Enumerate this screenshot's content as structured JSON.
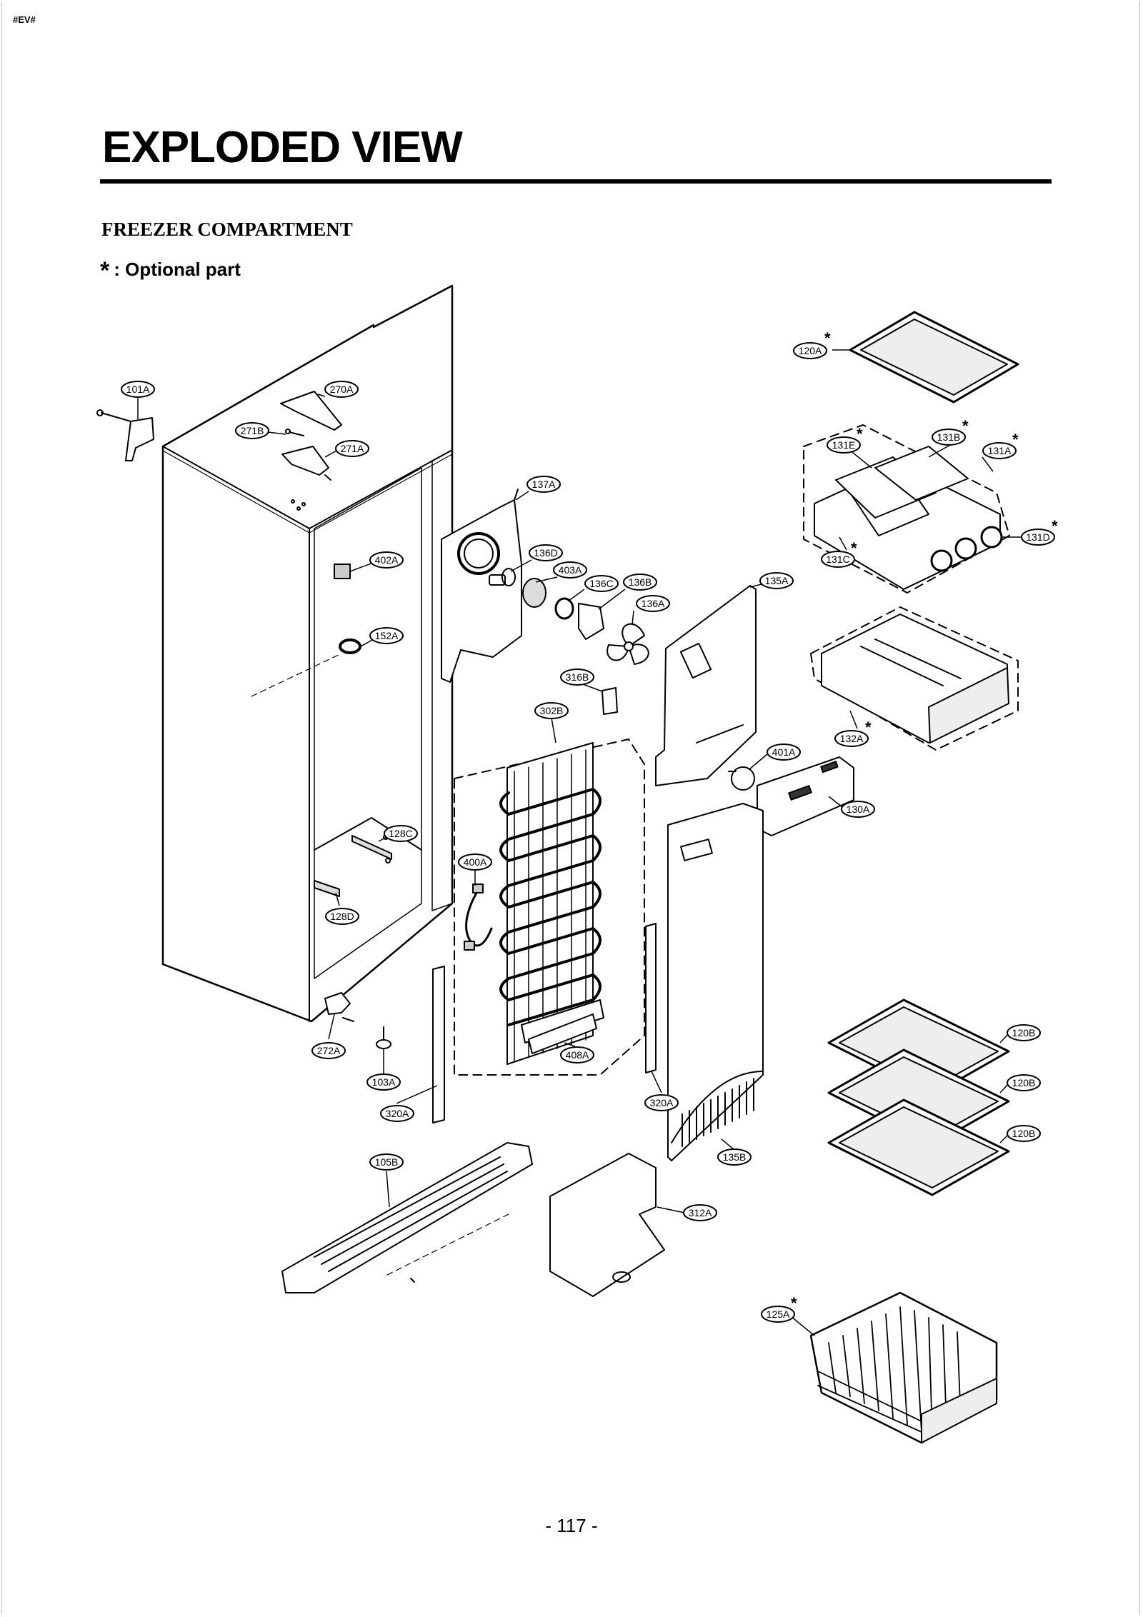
{
  "page": {
    "marker": "#EV#",
    "title": "EXPLODED VIEW",
    "section": "FREEZER COMPARTMENT",
    "note_star": "*",
    "note_text": ": Optional part",
    "page_number": "- 117 -"
  },
  "callouts": [
    {
      "id": "101A",
      "optional": false
    },
    {
      "id": "270A",
      "optional": false
    },
    {
      "id": "271B",
      "optional": false
    },
    {
      "id": "271A",
      "optional": false
    },
    {
      "id": "137A",
      "optional": false
    },
    {
      "id": "402A",
      "optional": false
    },
    {
      "id": "136D",
      "optional": false
    },
    {
      "id": "403A",
      "optional": false
    },
    {
      "id": "136C",
      "optional": false
    },
    {
      "id": "136B",
      "optional": false
    },
    {
      "id": "136A",
      "optional": false
    },
    {
      "id": "152A",
      "optional": false
    },
    {
      "id": "316B",
      "optional": false
    },
    {
      "id": "302B",
      "optional": false
    },
    {
      "id": "135A",
      "optional": false
    },
    {
      "id": "120A",
      "optional": true
    },
    {
      "id": "131E",
      "optional": true
    },
    {
      "id": "131B",
      "optional": true
    },
    {
      "id": "131A",
      "optional": true
    },
    {
      "id": "131C",
      "optional": true
    },
    {
      "id": "131D",
      "optional": true
    },
    {
      "id": "132A",
      "optional": true
    },
    {
      "id": "401A",
      "optional": false
    },
    {
      "id": "130A",
      "optional": false
    },
    {
      "id": "128C",
      "optional": false
    },
    {
      "id": "400A",
      "optional": false
    },
    {
      "id": "128D",
      "optional": false
    },
    {
      "id": "272A",
      "optional": false
    },
    {
      "id": "103A",
      "optional": false
    },
    {
      "id": "408A",
      "optional": false
    },
    {
      "id": "320A",
      "optional": false
    },
    {
      "id": "320A",
      "optional": false
    },
    {
      "id": "135B",
      "optional": false
    },
    {
      "id": "105B",
      "optional": false
    },
    {
      "id": "312A",
      "optional": false
    },
    {
      "id": "120B",
      "optional": false
    },
    {
      "id": "120B",
      "optional": false
    },
    {
      "id": "120B",
      "optional": false
    },
    {
      "id": "125A",
      "optional": true
    }
  ]
}
